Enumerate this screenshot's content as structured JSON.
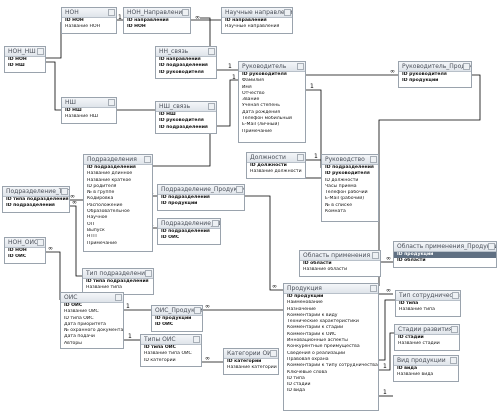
{
  "tables": [
    {
      "key": "hoh",
      "title": "НОН",
      "fields": [
        {
          "text": "ID НОН",
          "pk": true
        },
        {
          "text": "Название НОН"
        }
      ]
    },
    {
      "key": "hoh_napr",
      "title": "НОН_Направление",
      "fields": [
        {
          "text": "ID направления",
          "pk": true
        },
        {
          "text": "ID НОН",
          "pk": true
        }
      ]
    },
    {
      "key": "nauch_napr",
      "title": "Научные направления",
      "fields": [
        {
          "text": "ID направления",
          "pk": true
        },
        {
          "text": "Научные направления"
        }
      ]
    },
    {
      "key": "hoh_nsh",
      "title": "НОН_НШ",
      "fields": [
        {
          "text": "ID НОН",
          "pk": true
        },
        {
          "text": "ID НШ",
          "pk": true
        }
      ]
    },
    {
      "key": "nsh",
      "title": "НШ",
      "fields": [
        {
          "text": "ID НШ",
          "pk": true
        },
        {
          "text": "Название НШ"
        }
      ]
    },
    {
      "key": "nn_svyaz",
      "title": "НН_связь",
      "fields": [
        {
          "text": "ID направления",
          "pk": true
        },
        {
          "text": "ID подразделения",
          "pk": true
        },
        {
          "text": "ID руководителя",
          "pk": true
        }
      ]
    },
    {
      "key": "nsh_svyaz",
      "title": "НШ_связь",
      "fields": [
        {
          "text": "ID НШ",
          "pk": true
        },
        {
          "text": "ID руководителя",
          "pk": true
        },
        {
          "text": "ID подразделения",
          "pk": true
        }
      ]
    },
    {
      "key": "rukovoditel",
      "title": "Руководитель",
      "fields": [
        {
          "text": "ID руководителя",
          "pk": true
        },
        {
          "text": "Фамилия"
        },
        {
          "text": "Имя"
        },
        {
          "text": "Отчество"
        },
        {
          "text": "Звание"
        },
        {
          "text": "Ученая степень"
        },
        {
          "text": "Дата рождения"
        },
        {
          "text": "Телефон мобильный"
        },
        {
          "text": "E-Mail (личный)"
        },
        {
          "text": "Примечание"
        }
      ]
    },
    {
      "key": "ruk_prod",
      "title": "Руководитель_Продукция",
      "fields": [
        {
          "text": "ID руководителя",
          "pk": true
        },
        {
          "text": "ID продукции",
          "pk": true
        }
      ]
    },
    {
      "key": "podrazdelenie",
      "title": "Подразделения",
      "fields": [
        {
          "text": "ID подразделения",
          "pk": true
        },
        {
          "text": "Название длинное"
        },
        {
          "text": "Название краткое"
        },
        {
          "text": "ID родителя"
        },
        {
          "text": "№ в группе"
        },
        {
          "text": "Кодировка"
        },
        {
          "text": "Расположение"
        },
        {
          "text": "Образовательное"
        },
        {
          "text": "Научное"
        },
        {
          "text": "ОП"
        },
        {
          "text": "Выпуск"
        },
        {
          "text": "НТП"
        },
        {
          "text": "Примечание"
        }
      ]
    },
    {
      "key": "dolzhnosti",
      "title": "Должности",
      "fields": [
        {
          "text": "ID должности",
          "pk": true
        },
        {
          "text": "Название должности"
        }
      ]
    },
    {
      "key": "rukovodstvo",
      "title": "Руководство",
      "fields": [
        {
          "text": "ID подразделения",
          "pk": true
        },
        {
          "text": "ID руководителя",
          "pk": true
        },
        {
          "text": "ID должности"
        },
        {
          "text": "Часы приема"
        },
        {
          "text": "Телефон рабочий"
        },
        {
          "text": "E-Mail (рабочий)"
        },
        {
          "text": "№ в списке"
        },
        {
          "text": "Комната"
        }
      ]
    },
    {
      "key": "podr_prod",
      "title": "Подразделение_Продукция",
      "fields": [
        {
          "text": "ID подразделения",
          "pk": true
        },
        {
          "text": "ID продукции",
          "pk": true
        }
      ]
    },
    {
      "key": "podr_tip",
      "title": "Подразделение_Тип",
      "fields": [
        {
          "text": "ID типа подразделения",
          "pk": true
        },
        {
          "text": "ID подразделения",
          "pk": true
        }
      ]
    },
    {
      "key": "podr_ois",
      "title": "Подразделение_ОИС",
      "fields": [
        {
          "text": "ID подразделения",
          "pk": true
        },
        {
          "text": "ID ОИС",
          "pk": true
        }
      ]
    },
    {
      "key": "oblast",
      "title": "Область применения",
      "fields": [
        {
          "text": "ID области",
          "pk": true
        },
        {
          "text": "Название области"
        }
      ]
    },
    {
      "key": "oblast_prod",
      "title": "Область применения_Продукция",
      "fields": [
        {
          "text": "ID продукции",
          "pk": true,
          "selected": true
        },
        {
          "text": "ID области",
          "pk": true
        }
      ]
    },
    {
      "key": "hoh_ois",
      "title": "НОН_ОИС",
      "fields": [
        {
          "text": "ID НОН",
          "pk": true
        },
        {
          "text": "ID ОИС",
          "pk": true
        }
      ]
    },
    {
      "key": "tip_podr",
      "title": "Тип подразделения",
      "fields": [
        {
          "text": "ID типа подразделения",
          "pk": true
        },
        {
          "text": "Название типа"
        }
      ]
    },
    {
      "key": "produkciya",
      "title": "Продукция",
      "fields": [
        {
          "text": "ID продукции",
          "pk": true
        },
        {
          "text": "Наименование"
        },
        {
          "text": "Назначение"
        },
        {
          "text": "Комментарии к виду"
        },
        {
          "text": "Технические характеристики"
        },
        {
          "text": "Комментарии к стадии"
        },
        {
          "text": "Комментарии к ОИС"
        },
        {
          "text": "Инновационные аспекты"
        },
        {
          "text": "Конкурентные преимущества"
        },
        {
          "text": "Сведения о реализации"
        },
        {
          "text": "Правовая охрана"
        },
        {
          "text": "Комментарии к типу сотрудничества"
        },
        {
          "text": "Ключевые слова"
        },
        {
          "text": "ID типа"
        },
        {
          "text": "ID стадии"
        },
        {
          "text": "ID вида"
        }
      ]
    },
    {
      "key": "ois",
      "title": "ОИС",
      "fields": [
        {
          "text": "ID ОИС",
          "pk": true
        },
        {
          "text": "Название ОИС"
        },
        {
          "text": "ID типа ОИС"
        },
        {
          "text": "Дата приоритета"
        },
        {
          "text": "№ охранного документа"
        },
        {
          "text": "Дата подачи"
        },
        {
          "text": "Авторы"
        }
      ]
    },
    {
      "key": "ois_prod",
      "title": "ОИС_Продукция",
      "fields": [
        {
          "text": "ID продукции",
          "pk": true
        },
        {
          "text": "ID ОИС",
          "pk": true
        }
      ]
    },
    {
      "key": "tip_sotr",
      "title": "Тип сотрудничества",
      "fields": [
        {
          "text": "ID типа",
          "pk": true
        },
        {
          "text": "Название типа"
        }
      ]
    },
    {
      "key": "stadii",
      "title": "Стадии развития",
      "fields": [
        {
          "text": "ID стадии",
          "pk": true
        },
        {
          "text": "Название стадии"
        }
      ]
    },
    {
      "key": "tip_ois",
      "title": "Типы ОИС",
      "fields": [
        {
          "text": "ID типа ОИС",
          "pk": true
        },
        {
          "text": "Название типа ОИС"
        },
        {
          "text": "ID категории"
        }
      ]
    },
    {
      "key": "kat_ois",
      "title": "Категории ОИС",
      "fields": [
        {
          "text": "ID категории",
          "pk": true
        },
        {
          "text": "Название категории"
        }
      ]
    },
    {
      "key": "vid_prod",
      "title": "Вид продукции",
      "fields": [
        {
          "text": "ID вида",
          "pk": true
        },
        {
          "text": "Название вида"
        }
      ]
    }
  ],
  "relation_symbols": {
    "one": "1",
    "many": "∞"
  }
}
